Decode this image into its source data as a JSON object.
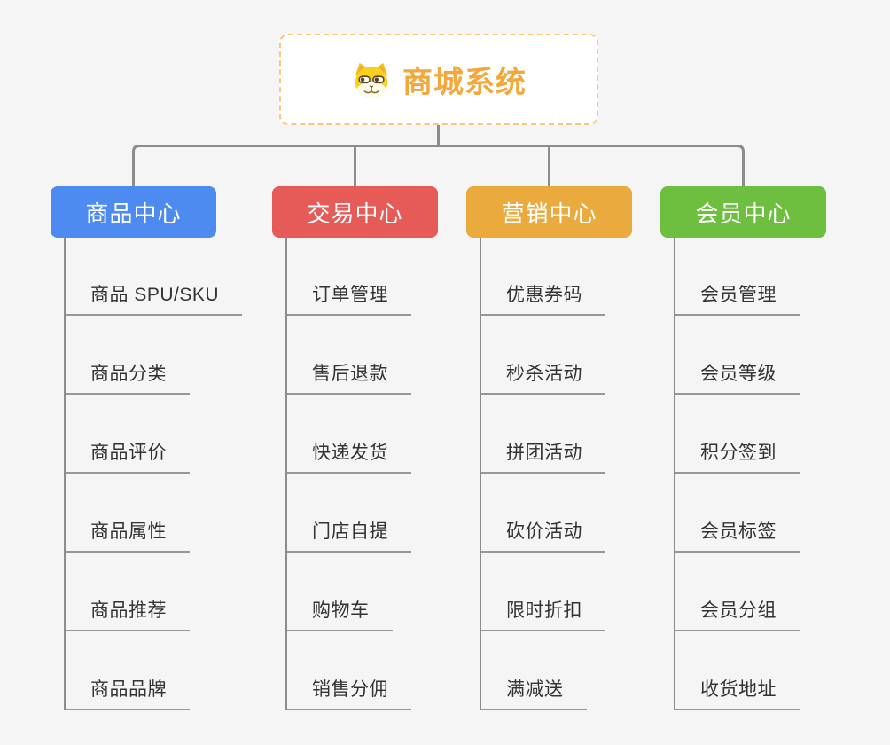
{
  "page": {
    "background_color": "#f5f5f6",
    "connector_color": "#8c8c8c"
  },
  "root": {
    "label": "商城系统",
    "text_color": "#f3a83b",
    "border_color": "#f5c87e",
    "icon": "dog-face-icon"
  },
  "branches": [
    {
      "label": "商品中心",
      "color": "#4d8bf0",
      "children": [
        "商品 SPU/SKU",
        "商品分类",
        "商品评价",
        "商品属性",
        "商品推荐",
        "商品品牌"
      ]
    },
    {
      "label": "交易中心",
      "color": "#e65b58",
      "children": [
        "订单管理",
        "售后退款",
        "快递发货",
        "门店自提",
        "购物车",
        "销售分佣"
      ]
    },
    {
      "label": "营销中心",
      "color": "#eaaa3e",
      "children": [
        "优惠券码",
        "秒杀活动",
        "拼团活动",
        "砍价活动",
        "限时折扣",
        "满减送"
      ]
    },
    {
      "label": "会员中心",
      "color": "#6ebe40",
      "children": [
        "会员管理",
        "会员等级",
        "积分签到",
        "会员标签",
        "会员分组",
        "收货地址"
      ]
    }
  ]
}
